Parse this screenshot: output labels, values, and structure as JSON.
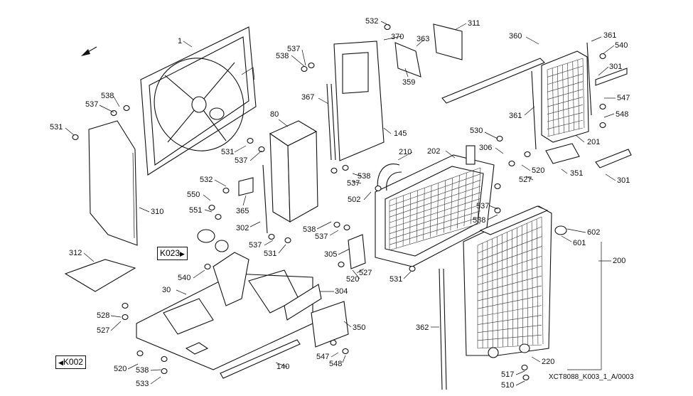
{
  "drawing_code": "XCT8088_K003_1_A/0003",
  "nav": {
    "next_label": "K023",
    "prev_label": "K002"
  },
  "labels": {
    "l1": "1",
    "l532a": "532",
    "l370": "370",
    "l311": "311",
    "l363": "363",
    "l537a": "537",
    "l538a": "538",
    "l359": "359",
    "l360": "360",
    "l361a": "361",
    "l540a": "540",
    "l301a": "301",
    "l547a": "547",
    "l548a": "548",
    "l538b": "538",
    "l537b": "537",
    "l531a": "531",
    "l367": "367",
    "l80": "80",
    "l145": "145",
    "l361b": "361",
    "l530": "530",
    "l201": "201",
    "l531b": "531",
    "l537c": "537",
    "l210": "210",
    "l202": "202",
    "l306": "306",
    "l520a": "520",
    "l351": "351",
    "l538c": "538",
    "l537d": "537",
    "l527a": "527",
    "l301b": "301",
    "l532b": "532",
    "l502": "502",
    "l550": "550",
    "l551": "551",
    "l365": "365",
    "l310": "310",
    "l537e": "537",
    "l538d": "538",
    "l302": "302",
    "l538e": "538",
    "l537f": "537",
    "l602": "602",
    "l601": "601",
    "l312": "312",
    "l537g": "537",
    "l531c": "531",
    "l305": "305",
    "l200": "200",
    "l540b": "540",
    "l527b": "527",
    "l520b": "520",
    "l531d": "531",
    "l30": "30",
    "l304": "304",
    "l528": "528",
    "l527c": "527",
    "l350": "350",
    "l362": "362",
    "l547b": "547",
    "l548b": "548",
    "l220": "220",
    "l520c": "520",
    "l538f": "538",
    "l140": "140",
    "l533": "533",
    "l517": "517",
    "l510": "510"
  }
}
